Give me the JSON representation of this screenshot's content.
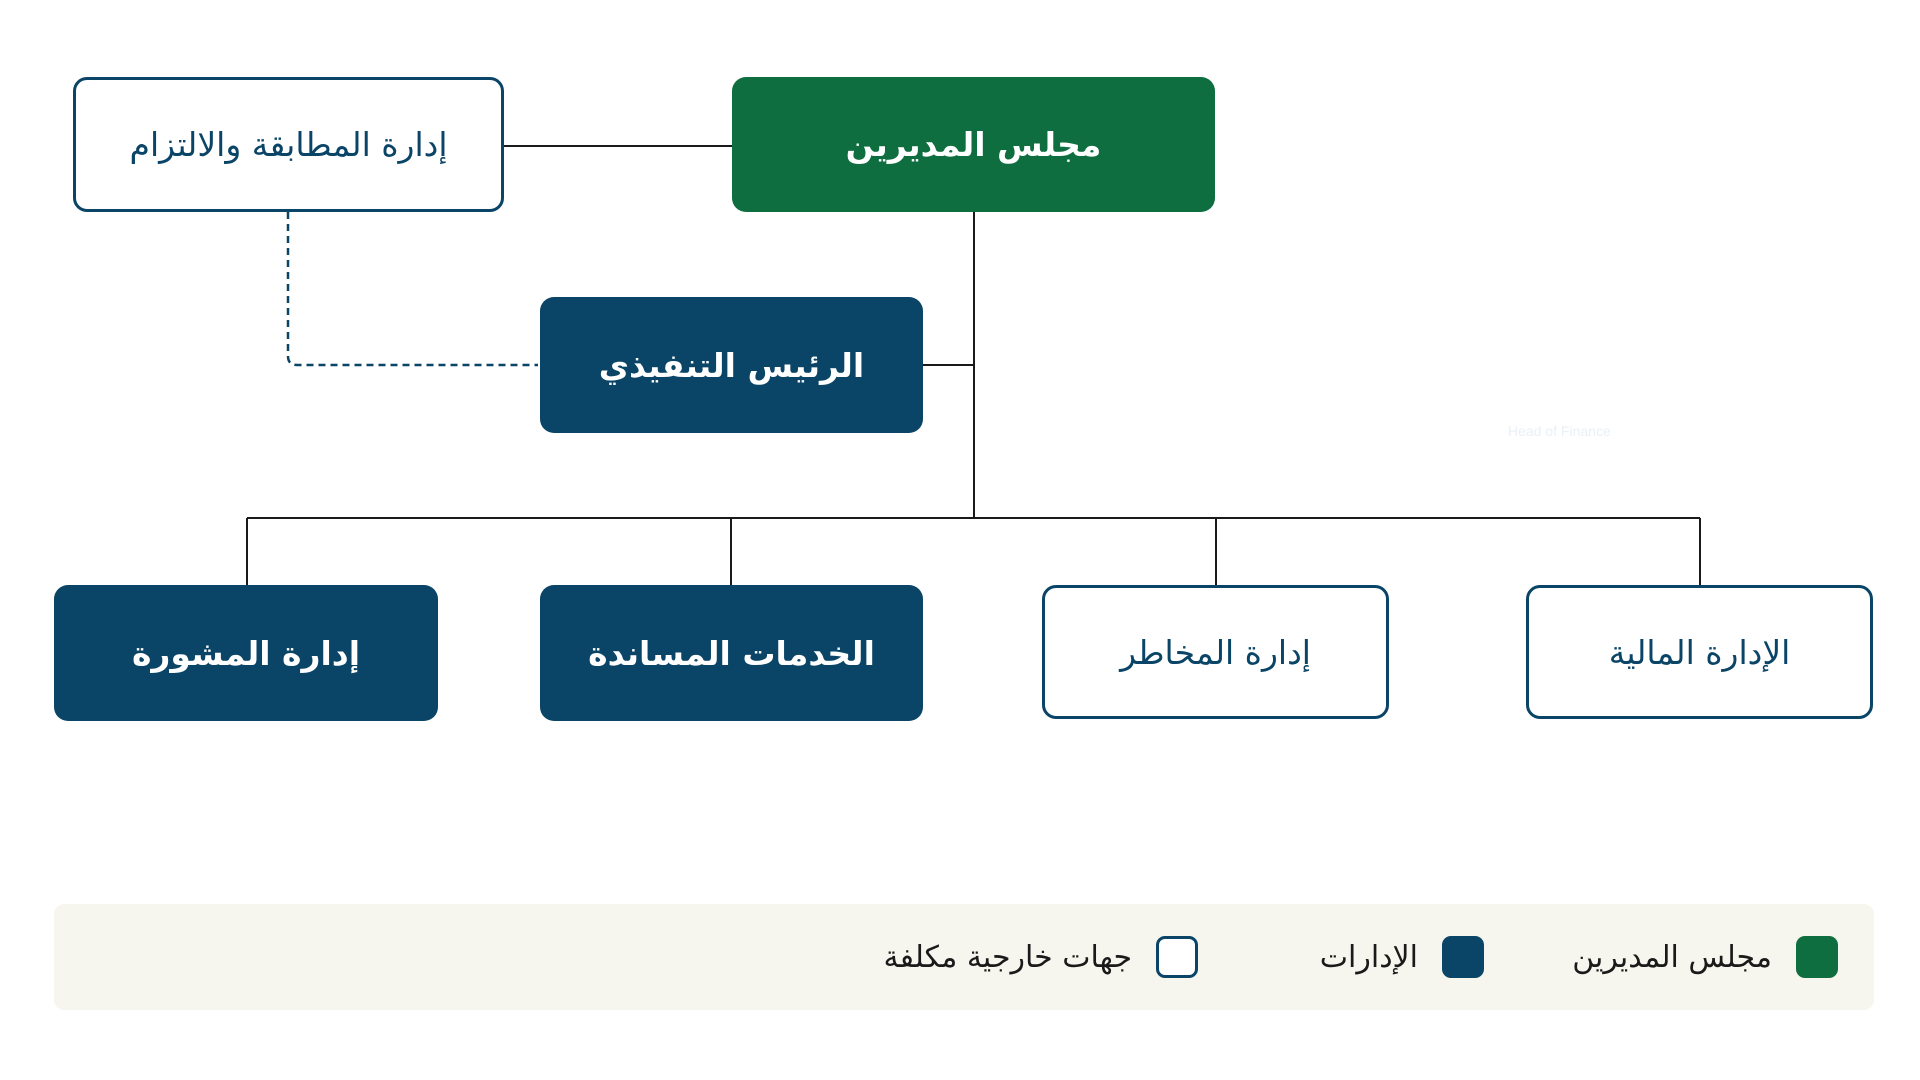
{
  "chart": {
    "nodes": {
      "board": {
        "label": "مجلس المديرين",
        "type": "board"
      },
      "compliance": {
        "label": "إدارة المطابقة والالتزام",
        "type": "external"
      },
      "ceo": {
        "label": "الرئيس التنفيذي",
        "type": "dept"
      },
      "advisory": {
        "label": "إدارة المشورة",
        "type": "dept"
      },
      "support_services": {
        "label": "الخدمات المساندة",
        "type": "dept"
      },
      "risk": {
        "label": "إدارة المخاطر",
        "type": "external"
      },
      "finance": {
        "label": "الإدارة المالية",
        "type": "external"
      }
    },
    "ghost_label": "Head of Finance"
  },
  "legend": {
    "items": [
      {
        "key": "board",
        "label": "مجلس المديرين"
      },
      {
        "key": "dept",
        "label": "الإدارات"
      },
      {
        "key": "external",
        "label": "جهات خارجية مكلفة"
      }
    ]
  },
  "colors": {
    "board": "#0e6e3f",
    "dept": "#0a4466",
    "external_border": "#0a4466",
    "legend_bg": "#f6f6ee",
    "line": "#1a1a1a"
  }
}
